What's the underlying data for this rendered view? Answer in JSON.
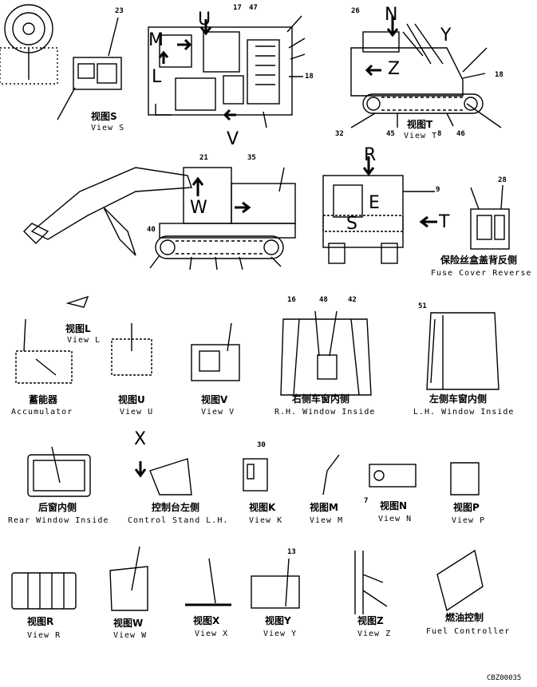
{
  "captions": {
    "view_s": {
      "cn": "视图S",
      "en": "View S"
    },
    "view_t": {
      "cn": "视图T",
      "en": "View T"
    },
    "fuse_cover": {
      "cn": "保险丝盒盖背反侧",
      "en": "Fuse Cover Reverse"
    },
    "view_l": {
      "cn": "视图L",
      "en": "View L"
    },
    "accumulator": {
      "cn": "蓄能器",
      "en": "Accumulator"
    },
    "view_u": {
      "cn": "视图U",
      "en": "View U"
    },
    "view_v": {
      "cn": "视图V",
      "en": "View V"
    },
    "rh_window": {
      "cn": "右侧车窗内侧",
      "en": "R.H. Window Inside"
    },
    "lh_window": {
      "cn": "左侧车窗内侧",
      "en": "L.H. Window Inside"
    },
    "rear_window": {
      "cn": "后窗内侧",
      "en": "Rear Window Inside"
    },
    "control_stand": {
      "cn": "控制台左侧",
      "en": "Control Stand L.H."
    },
    "view_k": {
      "cn": "视图K",
      "en": "View K"
    },
    "view_m": {
      "cn": "视图M",
      "en": "View M"
    },
    "view_n": {
      "cn": "视图N",
      "en": "View N"
    },
    "view_p": {
      "cn": "视图P",
      "en": "View P"
    },
    "view_r": {
      "cn": "视图R",
      "en": "View R"
    },
    "view_w": {
      "cn": "视图W",
      "en": "View W"
    },
    "view_x": {
      "cn": "视图X",
      "en": "View X"
    },
    "view_y": {
      "cn": "视图Y",
      "en": "View Y"
    },
    "view_z": {
      "cn": "视图Z",
      "en": "View Z"
    },
    "fuel_controller": {
      "cn": "燃油控制",
      "en": "Fuel Controller"
    }
  },
  "view_letters": {
    "m": "M",
    "u": "U",
    "l": "L",
    "v": "V",
    "n": "N",
    "y": "Y",
    "z": "Z",
    "w": "W",
    "r": "R",
    "s": "S",
    "e": "E",
    "t": "T",
    "x": "X"
  },
  "part_numbers": {
    "p23": "23",
    "p17": "17",
    "p47": "47",
    "p18a": "18",
    "p26": "26",
    "p18b": "18",
    "p32": "32",
    "p45": "45",
    "p8": "8",
    "p46": "46",
    "p21": "21",
    "p35": "35",
    "p40": "40",
    "p9": "9",
    "p28": "28",
    "p16": "16",
    "p48": "48",
    "p42": "42",
    "p51": "51",
    "p30": "30",
    "p7": "7",
    "p13": "13"
  },
  "drawing_code": "CBZ00035"
}
